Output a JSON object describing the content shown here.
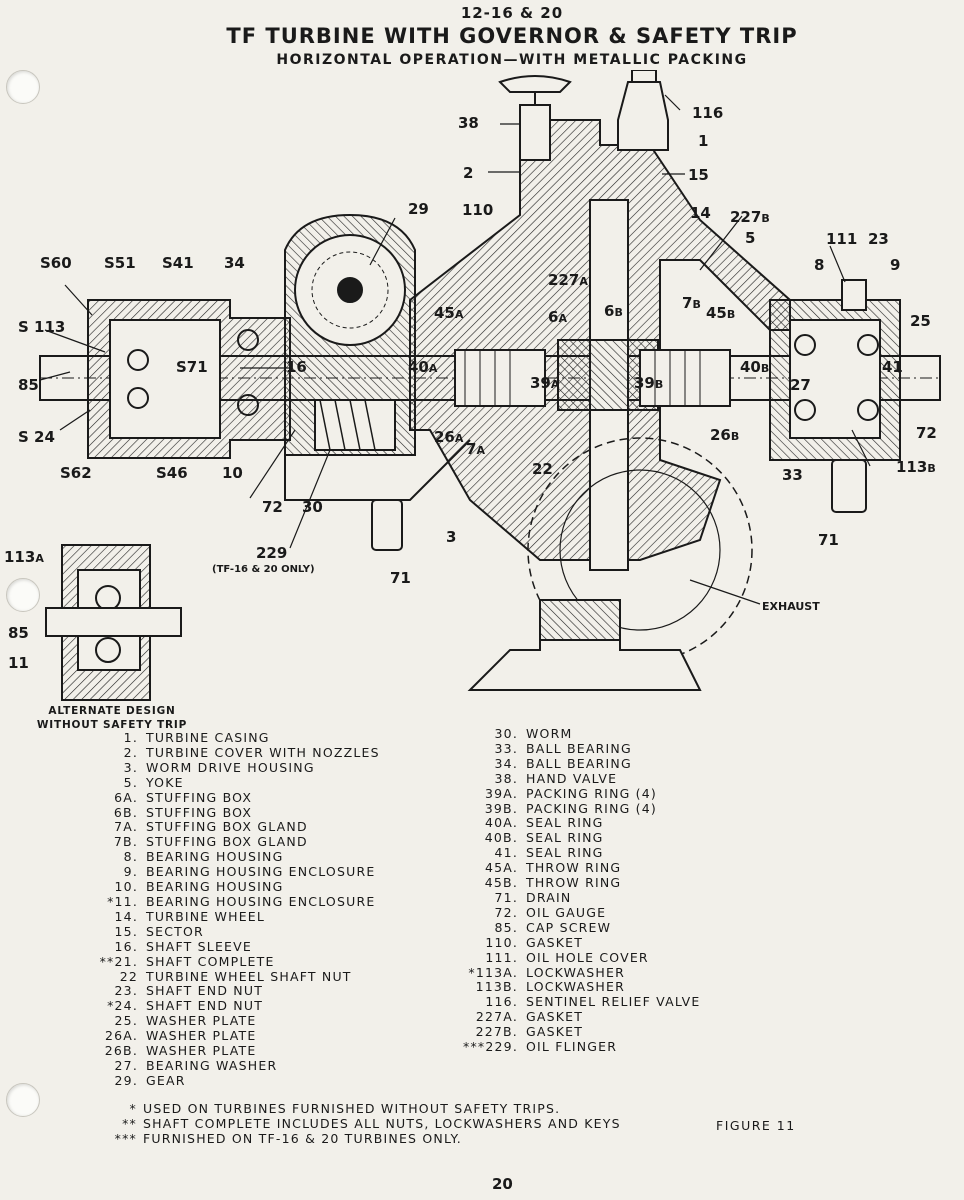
{
  "header": {
    "code": "12-16 & 20",
    "title": "TF   TURBINE WITH GOVERNOR & SAFETY TRIP",
    "subtitle": "HORIZONTAL OPERATION—WITH METALLIC PACKING"
  },
  "diagram": {
    "callouts": [
      "38",
      "116",
      "1",
      "2",
      "15",
      "29",
      "110",
      "14",
      "227B",
      "5",
      "111",
      "23",
      "9",
      "S60",
      "S51",
      "S41",
      "34",
      "227A",
      "6A",
      "6B",
      "7B",
      "45B",
      "8",
      "45A",
      "25",
      "S 113",
      "S71",
      "16",
      "40A",
      "39A",
      "39B",
      "40B",
      "27",
      "41",
      "85",
      "S 24",
      "26A",
      "7A",
      "26B",
      "72",
      "S62",
      "S46",
      "10",
      "22",
      "33",
      "113B",
      "72",
      "30",
      "3",
      "71",
      "71",
      "229",
      "EXHAUST"
    ],
    "note_229": "(TF-16 & 20 ONLY)",
    "alt_callouts": [
      "113A",
      "85",
      "11"
    ],
    "alt_caption_line1": "ALTERNATE DESIGN",
    "alt_caption_line2": "WITHOUT  SAFETY TRIP"
  },
  "parts_left": [
    {
      "num": "1.",
      "name": "TURBINE CASING"
    },
    {
      "num": "2.",
      "name": "TURBINE COVER WITH NOZZLES"
    },
    {
      "num": "3.",
      "name": "WORM DRIVE HOUSING"
    },
    {
      "num": "5.",
      "name": "YOKE"
    },
    {
      "num": "6A.",
      "name": "STUFFING BOX"
    },
    {
      "num": "6B.",
      "name": "STUFFING BOX"
    },
    {
      "num": "7A.",
      "name": "STUFFING BOX GLAND"
    },
    {
      "num": "7B.",
      "name": "STUFFING BOX GLAND"
    },
    {
      "num": "8.",
      "name": "BEARING HOUSING"
    },
    {
      "num": "9.",
      "name": "BEARING HOUSING ENCLOSURE"
    },
    {
      "num": "10.",
      "name": "BEARING HOUSING"
    },
    {
      "num": "*11.",
      "name": "BEARING HOUSING ENCLOSURE"
    },
    {
      "num": "14.",
      "name": "TURBINE WHEEL"
    },
    {
      "num": "15.",
      "name": "SECTOR"
    },
    {
      "num": "16.",
      "name": "SHAFT SLEEVE"
    },
    {
      "num": "**21.",
      "name": "SHAFT COMPLETE"
    },
    {
      "num": "22",
      "name": "TURBINE WHEEL SHAFT NUT"
    },
    {
      "num": "23.",
      "name": "SHAFT END NUT"
    },
    {
      "num": "*24.",
      "name": "SHAFT END NUT"
    },
    {
      "num": "25.",
      "name": "WASHER PLATE"
    },
    {
      "num": "26A.",
      "name": "WASHER PLATE"
    },
    {
      "num": "26B.",
      "name": "WASHER PLATE"
    },
    {
      "num": "27.",
      "name": "BEARING WASHER"
    },
    {
      "num": "29.",
      "name": "GEAR"
    }
  ],
  "parts_right": [
    {
      "num": "30.",
      "name": "WORM"
    },
    {
      "num": "33.",
      "name": "BALL BEARING"
    },
    {
      "num": "34.",
      "name": "BALL BEARING"
    },
    {
      "num": "38.",
      "name": "HAND VALVE"
    },
    {
      "num": "39A.",
      "name": "PACKING RING (4)"
    },
    {
      "num": "39B.",
      "name": "PACKING RING (4)"
    },
    {
      "num": "40A.",
      "name": "SEAL RING"
    },
    {
      "num": "40B.",
      "name": "SEAL RING"
    },
    {
      "num": "41.",
      "name": "SEAL RING"
    },
    {
      "num": "45A.",
      "name": "THROW RING"
    },
    {
      "num": "45B.",
      "name": "THROW RING"
    },
    {
      "num": "71.",
      "name": "DRAIN"
    },
    {
      "num": "72.",
      "name": "OIL GAUGE"
    },
    {
      "num": "85.",
      "name": "CAP SCREW"
    },
    {
      "num": "110.",
      "name": "GASKET"
    },
    {
      "num": "111.",
      "name": "OIL HOLE COVER"
    },
    {
      "num": "*113A.",
      "name": "LOCKWASHER"
    },
    {
      "num": "113B.",
      "name": "LOCKWASHER"
    },
    {
      "num": "116.",
      "name": "SENTINEL RELIEF VALVE"
    },
    {
      "num": "227A.",
      "name": "GASKET"
    },
    {
      "num": "227B.",
      "name": "GASKET"
    },
    {
      "num": "***229.",
      "name": "OIL FLINGER"
    }
  ],
  "notes": [
    {
      "mark": "*",
      "text": "USED ON TURBINES FURNISHED WITHOUT SAFETY TRIPS."
    },
    {
      "mark": "**",
      "text": "SHAFT COMPLETE INCLUDES ALL NUTS, LOCKWASHERS AND KEYS"
    },
    {
      "mark": "***",
      "text": "FURNISHED ON TF-16 & 20 TURBINES ONLY."
    }
  ],
  "figure_label": "FIGURE 11",
  "page_number": "20"
}
